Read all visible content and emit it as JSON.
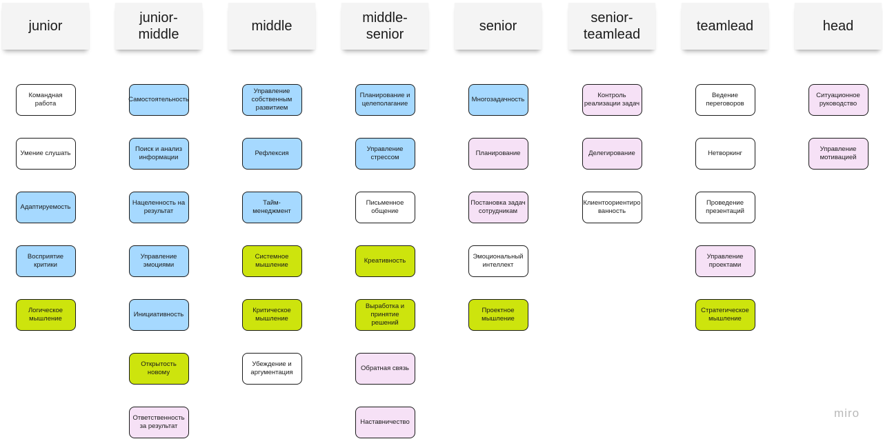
{
  "brand": "miro",
  "colors": {
    "white": "#ffffff",
    "blue": "#a6d9ff",
    "green": "#cde40d",
    "pink": "#f6e1f6"
  },
  "columns": [
    {
      "title": "junior",
      "cards": [
        {
          "text": "Командная работа",
          "color": "white"
        },
        {
          "text": "Умение слушать",
          "color": "white"
        },
        {
          "text": "Адаптируемость",
          "color": "blue"
        },
        {
          "text": "Восприятие критики",
          "color": "blue"
        },
        {
          "text": "Логическое мышление",
          "color": "green"
        }
      ]
    },
    {
      "title": "junior-\nmiddle",
      "cards": [
        {
          "text": "Самостоятельность",
          "color": "blue"
        },
        {
          "text": "Поиск и анализ информации",
          "color": "blue"
        },
        {
          "text": "Нацеленность на результат",
          "color": "blue"
        },
        {
          "text": "Управление эмоциями",
          "color": "blue"
        },
        {
          "text": "Инициативность",
          "color": "blue"
        },
        {
          "text": "Открытость новому",
          "color": "green"
        },
        {
          "text": "Ответственность за результат",
          "color": "pink"
        }
      ]
    },
    {
      "title": "middle",
      "cards": [
        {
          "text": "Управление собственным развитием",
          "color": "blue"
        },
        {
          "text": "Рефлексия",
          "color": "blue"
        },
        {
          "text": "Тайм-менеджмент",
          "color": "blue"
        },
        {
          "text": "Системное мышление",
          "color": "green"
        },
        {
          "text": "Критическое мышление",
          "color": "green"
        },
        {
          "text": "Убеждение и аргументация",
          "color": "white"
        }
      ]
    },
    {
      "title": "middle-\nsenior",
      "cards": [
        {
          "text": "Планирование и целеполагание",
          "color": "blue"
        },
        {
          "text": "Управление стрессом",
          "color": "blue"
        },
        {
          "text": "Письменное общение",
          "color": "white"
        },
        {
          "text": "Креативность",
          "color": "green"
        },
        {
          "text": "Выработка и принятие решений",
          "color": "green"
        },
        {
          "text": "Обратная связь",
          "color": "pink"
        },
        {
          "text": "Наставничество",
          "color": "pink"
        }
      ]
    },
    {
      "title": "senior",
      "cards": [
        {
          "text": "Многозадачность",
          "color": "blue"
        },
        {
          "text": "Планирование",
          "color": "pink"
        },
        {
          "text": "Постановка задач сотрудникам",
          "color": "pink"
        },
        {
          "text": "Эмоциональный интеллект",
          "color": "white"
        },
        {
          "text": "Проектное мышление",
          "color": "green"
        }
      ]
    },
    {
      "title": "senior-\nteamlead",
      "cards": [
        {
          "text": "Контроль реализации задач",
          "color": "pink"
        },
        {
          "text": "Делегирование",
          "color": "pink"
        },
        {
          "text": "Клиентоориентиро ванность",
          "color": "white"
        }
      ]
    },
    {
      "title": "teamlead",
      "cards": [
        {
          "text": "Ведение переговоров",
          "color": "white"
        },
        {
          "text": "Нетворкинг",
          "color": "white"
        },
        {
          "text": "Проведение презентаций",
          "color": "white"
        },
        {
          "text": "Управление проектами",
          "color": "pink"
        },
        {
          "text": "Стратегическое мышление",
          "color": "green"
        }
      ]
    },
    {
      "title": "head",
      "cards": [
        {
          "text": "Ситуационное руководство",
          "color": "pink"
        },
        {
          "text": "Управление мотивацией",
          "color": "pink"
        }
      ]
    }
  ]
}
